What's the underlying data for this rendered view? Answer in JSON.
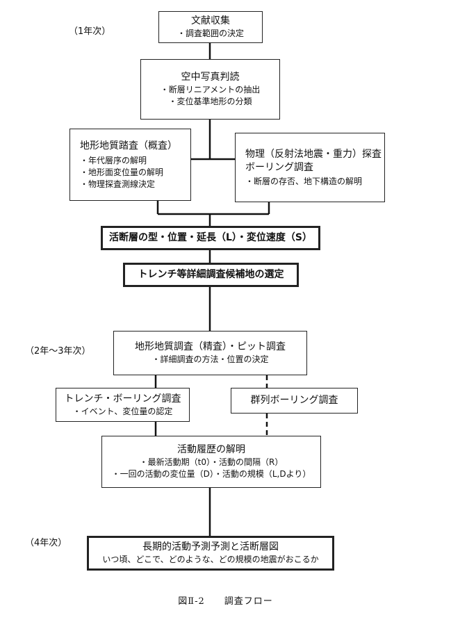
{
  "years": {
    "y1": "（1年次）",
    "y2": "（2年〜3年次）",
    "y4": "（4年次）"
  },
  "boxes": {
    "literature": {
      "title": "文献収集",
      "lines": [
        "・調査範囲の決定"
      ]
    },
    "aerial": {
      "title": "空中写真判読",
      "lines": [
        "・断層リニアメントの抽出",
        "・変位基準地形の分類"
      ]
    },
    "geo_survey": {
      "title": "地形地質踏査（概査）",
      "lines": [
        "・年代層序の解明",
        "・地形面変位量の解明",
        "・物理探査測線決定"
      ]
    },
    "physical": {
      "title": "物理（反射法地震・重力）探査",
      "title2": "ボーリング調査",
      "lines": [
        "・断層の存否、地下構造の解明"
      ]
    },
    "fault_params": {
      "title": "活断層の型・位置・延長（L）・変位速度（S）"
    },
    "trench_select": {
      "title": "トレンチ等詳細調査候補地の選定"
    },
    "detailed": {
      "title": "地形地質調査（精査）・ピット調査",
      "lines": [
        "・詳細調査の方法・位置の決定"
      ]
    },
    "trench_boring": {
      "title": "トレンチ・ボーリング調査",
      "lines": [
        "・イベント、変位量の認定"
      ]
    },
    "group_boring": {
      "title": "群列ボーリング調査"
    },
    "history": {
      "title": "活動履歴の解明",
      "lines": [
        "・最新活動期（t0）・活動の間隔（R）",
        "・一回の活動の変位量（D）・活動の規模（L,Dより）"
      ]
    },
    "prediction": {
      "title": "長期的活動予測予測と活断層図",
      "lines": [
        "いつ頃、どこで、どのような、どの規模の地震がおこるか"
      ]
    }
  },
  "caption": "図Ⅱ-2　　調査フロー"
}
